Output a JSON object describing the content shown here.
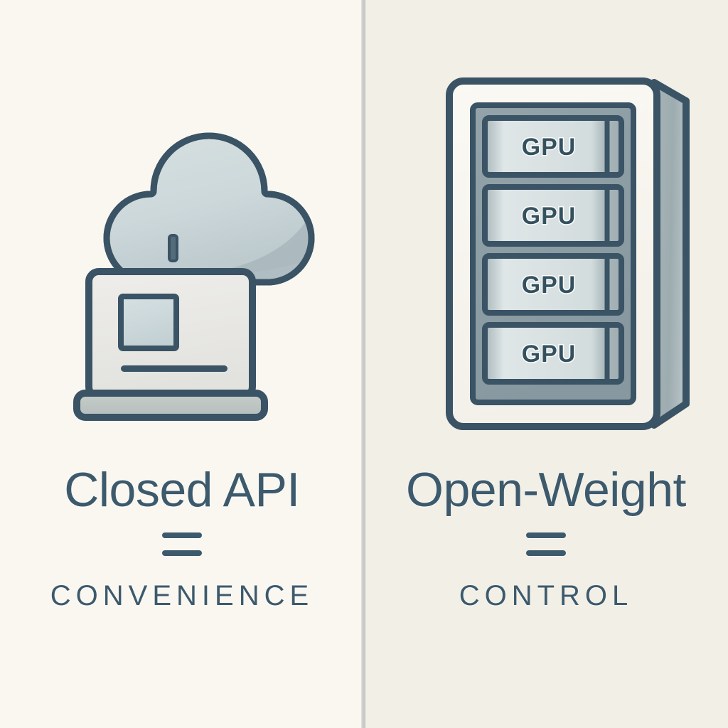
{
  "image": {
    "type": "two-panel comparison illustration",
    "background_left": "#faf7f1",
    "background_right": "#f2efe7",
    "divider_color": "#c6c8c6",
    "ink_color": "#3d5a6c",
    "accent_fill": "#c9d4d6"
  },
  "left": {
    "icon_names": [
      "cloud-icon",
      "connector-icon",
      "laptop-icon"
    ],
    "title": "Closed API",
    "equals": "=",
    "subtitle": "CONVENIENCE"
  },
  "right": {
    "icon_names": [
      "server-rack-icon"
    ],
    "title": "Open-Weight",
    "equals": "=",
    "subtitle": "CONTROL",
    "rack": {
      "slot_count": 4,
      "slots": [
        {
          "label": "GPU"
        },
        {
          "label": "GPU"
        },
        {
          "label": "GPU"
        },
        {
          "label": "GPU"
        }
      ]
    }
  }
}
